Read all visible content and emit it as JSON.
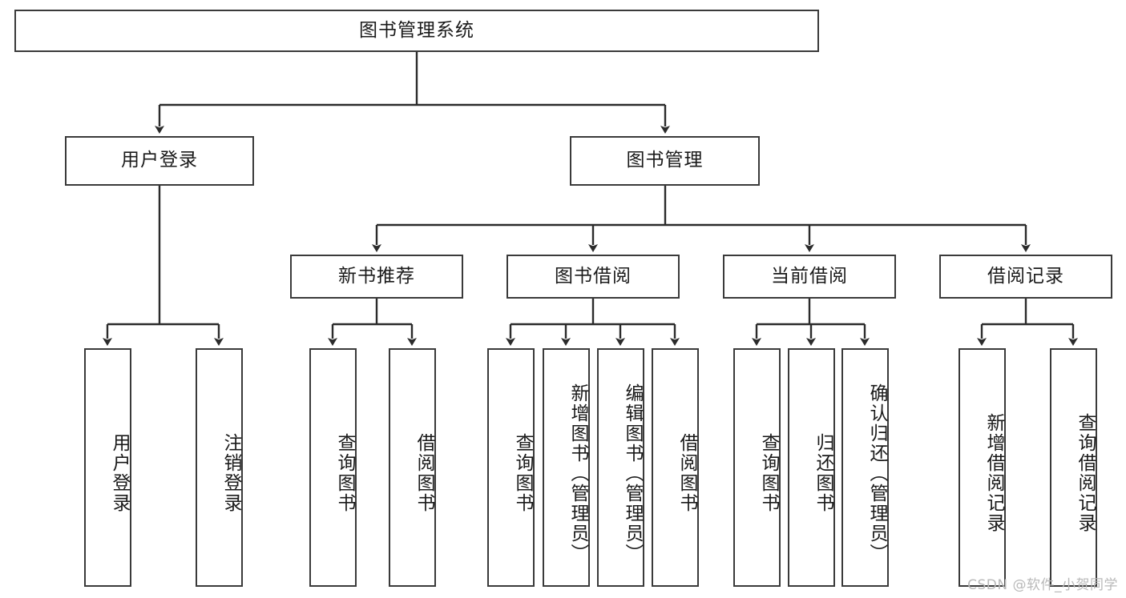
{
  "diagram": {
    "title": "图书管理系统",
    "type": "hierarchy-tree",
    "orientation": "top-down",
    "colors": {
      "background": "#ffffff",
      "box_border": "#3a3a3a",
      "box_fill": "#ffffff",
      "connector": "#2b2b2b",
      "text": "#1a1a1a",
      "watermark": "#b9b9b9"
    }
  },
  "nodes": {
    "root": {
      "label": "图书管理系统",
      "level": 1,
      "orientation": "horizontal"
    },
    "level2": [
      {
        "label": "用户登录",
        "orientation": "horizontal"
      },
      {
        "label": "图书管理",
        "orientation": "horizontal"
      }
    ],
    "level3": [
      {
        "label": "新书推荐",
        "orientation": "horizontal"
      },
      {
        "label": "图书借阅",
        "orientation": "horizontal"
      },
      {
        "label": "当前借阅",
        "orientation": "horizontal"
      },
      {
        "label": "借阅记录",
        "orientation": "horizontal"
      }
    ],
    "leaves": {
      "user_login": [
        {
          "label": "用户登录",
          "orientation": "vertical"
        },
        {
          "label": "注销登录",
          "orientation": "vertical"
        }
      ],
      "new_book_recommend": [
        {
          "label": "查询图书",
          "orientation": "vertical"
        },
        {
          "label": "借阅图书",
          "orientation": "vertical"
        }
      ],
      "book_borrow": [
        {
          "label": "查询图书",
          "orientation": "vertical"
        },
        {
          "label": "新增图书（管理员）",
          "orientation": "vertical"
        },
        {
          "label": "编辑图书（管理员）",
          "orientation": "vertical"
        },
        {
          "label": "借阅图书",
          "orientation": "vertical"
        }
      ],
      "current_borrow": [
        {
          "label": "查询图书",
          "orientation": "vertical"
        },
        {
          "label": "归还图书",
          "orientation": "vertical"
        },
        {
          "label": "确认归还（管理员）",
          "orientation": "vertical"
        }
      ],
      "borrow_record": [
        {
          "label": "新增借阅记录",
          "orientation": "vertical"
        },
        {
          "label": "查询借阅记录",
          "orientation": "vertical"
        }
      ]
    }
  },
  "watermark": {
    "text": "CSDN @软件_小贺同学"
  }
}
